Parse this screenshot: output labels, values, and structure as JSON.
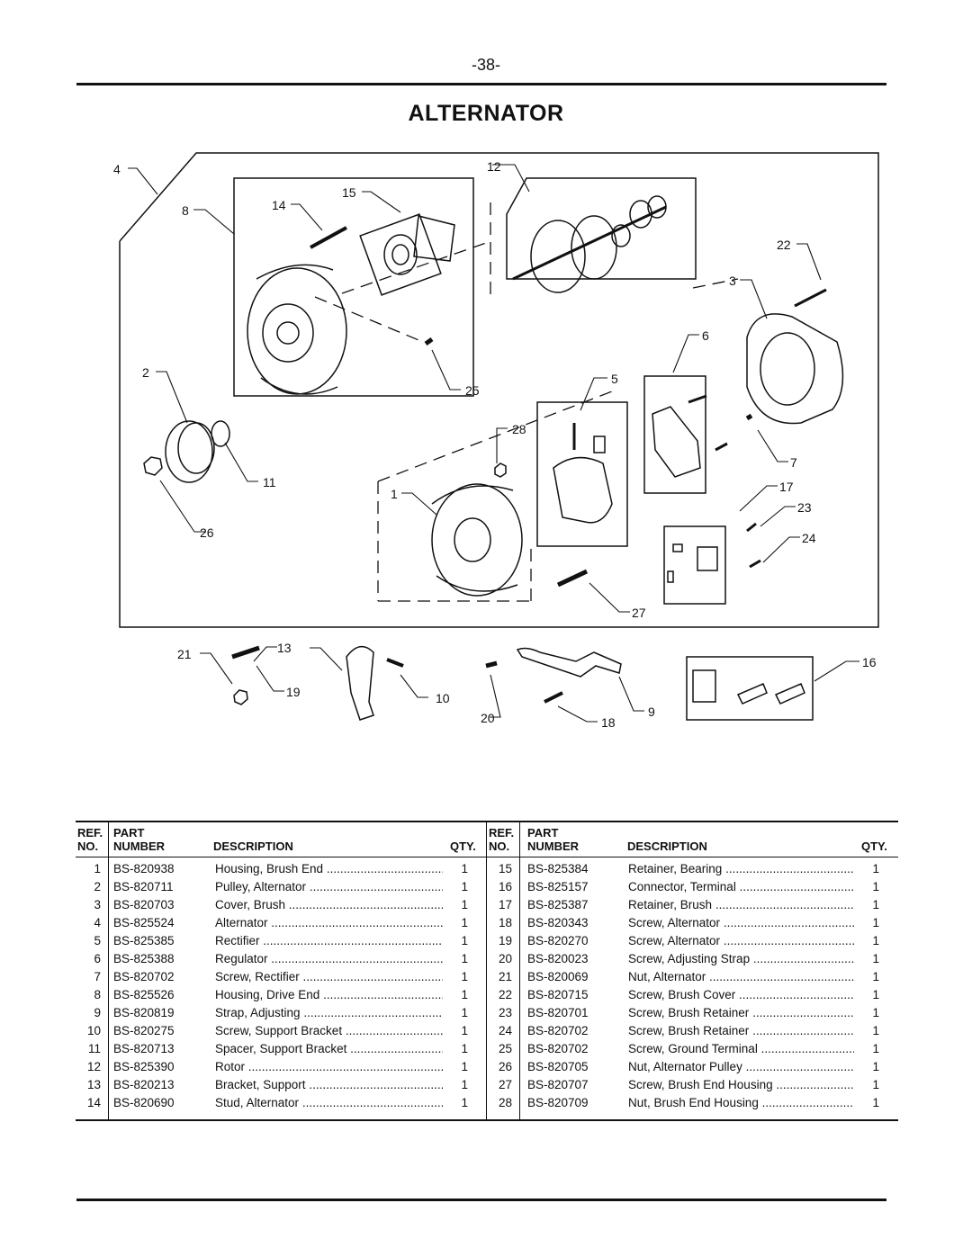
{
  "page": {
    "number": "-38-",
    "title": "ALTERNATOR"
  },
  "callouts": [
    "1",
    "2",
    "3",
    "4",
    "5",
    "6",
    "7",
    "8",
    "9",
    "10",
    "11",
    "12",
    "13",
    "14",
    "15",
    "16",
    "17",
    "18",
    "19",
    "20",
    "21",
    "22",
    "23",
    "24",
    "25",
    "26",
    "27",
    "28"
  ],
  "table": {
    "headers": {
      "ref_top": "REF.",
      "ref_bottom": "NO.",
      "part_top": "PART",
      "part_bottom": "NUMBER",
      "description": "DESCRIPTION",
      "qty": "QTY."
    },
    "left": [
      {
        "ref": "1",
        "part": "BS-820938",
        "desc": "Housing, Brush End",
        "qty": "1"
      },
      {
        "ref": "2",
        "part": "BS-820711",
        "desc": "Pulley, Alternator",
        "qty": "1"
      },
      {
        "ref": "3",
        "part": "BS-820703",
        "desc": "Cover, Brush",
        "qty": "1"
      },
      {
        "ref": "4",
        "part": "BS-825524",
        "desc": "Alternator",
        "qty": "1"
      },
      {
        "ref": "5",
        "part": "BS-825385",
        "desc": "Rectifier",
        "qty": "1"
      },
      {
        "ref": "6",
        "part": "BS-825388",
        "desc": "Regulator",
        "qty": "1"
      },
      {
        "ref": "7",
        "part": "BS-820702",
        "desc": "Screw, Rectifier",
        "qty": "1"
      },
      {
        "ref": "8",
        "part": "BS-825526",
        "desc": "Housing, Drive End",
        "qty": "1"
      },
      {
        "ref": "9",
        "part": "BS-820819",
        "desc": "Strap, Adjusting",
        "qty": "1"
      },
      {
        "ref": "10",
        "part": "BS-820275",
        "desc": "Screw, Support Bracket",
        "qty": "1"
      },
      {
        "ref": "11",
        "part": "BS-820713",
        "desc": "Spacer, Support Bracket",
        "qty": "1"
      },
      {
        "ref": "12",
        "part": "BS-825390",
        "desc": "Rotor",
        "qty": "1"
      },
      {
        "ref": "13",
        "part": "BS-820213",
        "desc": "Bracket, Support",
        "qty": "1"
      },
      {
        "ref": "14",
        "part": "BS-820690",
        "desc": "Stud, Alternator",
        "qty": "1"
      }
    ],
    "right": [
      {
        "ref": "15",
        "part": "BS-825384",
        "desc": "Retainer, Bearing",
        "qty": "1"
      },
      {
        "ref": "16",
        "part": "BS-825157",
        "desc": "Connector, Terminal",
        "qty": "1"
      },
      {
        "ref": "17",
        "part": "BS-825387",
        "desc": "Retainer, Brush",
        "qty": "1"
      },
      {
        "ref": "18",
        "part": "BS-820343",
        "desc": "Screw, Alternator",
        "qty": "1"
      },
      {
        "ref": "19",
        "part": "BS-820270",
        "desc": "Screw, Alternator",
        "qty": "1"
      },
      {
        "ref": "20",
        "part": "BS-820023",
        "desc": "Screw, Adjusting Strap",
        "qty": "1"
      },
      {
        "ref": "21",
        "part": "BS-820069",
        "desc": "Nut, Alternator",
        "qty": "1"
      },
      {
        "ref": "22",
        "part": "BS-820715",
        "desc": "Screw, Brush Cover",
        "qty": "1"
      },
      {
        "ref": "23",
        "part": "BS-820701",
        "desc": "Screw, Brush Retainer",
        "qty": "1"
      },
      {
        "ref": "24",
        "part": "BS-820702",
        "desc": "Screw, Brush Retainer",
        "qty": "1"
      },
      {
        "ref": "25",
        "part": "BS-820702",
        "desc": "Screw, Ground Terminal",
        "qty": "1"
      },
      {
        "ref": "26",
        "part": "BS-820705",
        "desc": "Nut, Alternator Pulley",
        "qty": "1"
      },
      {
        "ref": "27",
        "part": "BS-820707",
        "desc": "Screw, Brush End Housing",
        "qty": "1"
      },
      {
        "ref": "28",
        "part": "BS-820709",
        "desc": "Nut, Brush End Housing",
        "qty": "1"
      }
    ]
  }
}
